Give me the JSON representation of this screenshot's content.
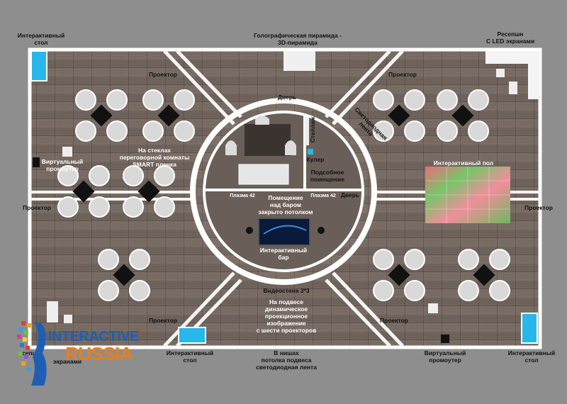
{
  "title": {
    "pyramid_line1": "Голографическая пирамида -",
    "pyramid_line2": "3D-пирамида"
  },
  "labels": {
    "interactive_table_tl_1": "Интерактивный",
    "interactive_table_tl_2": "стол",
    "reception_1": "Ресепшн",
    "reception_2": "С LED экранами",
    "projector": "Проектор",
    "door": "Дверь",
    "led_strip_1": "Светодиодная",
    "led_strip_2": "лента",
    "shelving": "Стеллаж",
    "cooler": "Кулер",
    "utility_1": "Подсобное",
    "utility_2": "помещение",
    "smart_1": "На стеклах",
    "smart_2": "переговорной комнаты",
    "smart_3": "SMART пленка",
    "virtual_promo_1": "Виртуальный",
    "virtual_promo_2": "промоутер",
    "plasma": "Плазма 42",
    "bar_room_1": "Помещение",
    "bar_room_2": "над баром",
    "bar_room_3": "закрыто потолком",
    "interactive_floor": "Интерактивный пол",
    "interactive_bar_1": "Интерактивный",
    "interactive_bar_2": "бар",
    "videowall": "Видеостена 3*3",
    "suspension_1": "На подвесе",
    "suspension_2": "динамическое",
    "suspension_3": "проекционное",
    "suspension_4": "изображение",
    "suspension_5": "с шести проекторов",
    "niches_1": "В нишах",
    "niches_2": "потолка подвеса",
    "niches_3": "светодиодная лента",
    "interactive_table_b_1": "Интерактивный",
    "interactive_table_b_2": "стол",
    "reception_b_partial": "сепш",
    "reception_b_partial2": "экранами"
  },
  "logo": {
    "line1": "INTERACTIVE",
    "line2": "RUSSIA"
  },
  "colors": {
    "floor": "#6f635c",
    "wall": "#ffffff",
    "background": "#8e8e8e",
    "screen": "#29b6e8",
    "logo_blue": "#1e5fb4",
    "logo_orange": "#e87f1d"
  }
}
